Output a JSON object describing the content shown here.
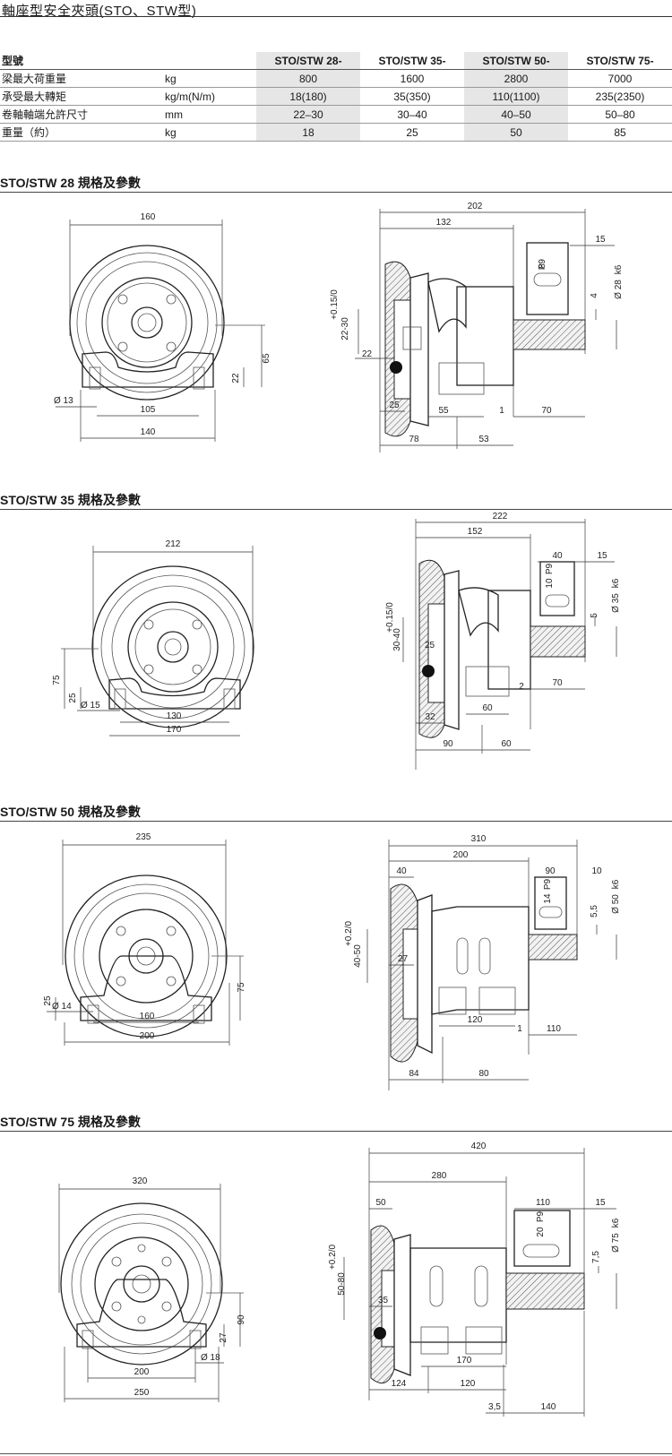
{
  "title": "軸座型安全夾頭(STO、STW型)",
  "spec_table": {
    "header": [
      "型號",
      "",
      "STO/STW 28-",
      "STO/STW 35-",
      "STO/STW 50-",
      "STO/STW 75-"
    ],
    "rows": [
      {
        "label": "梁最大荷重量",
        "unit": "kg",
        "values": [
          "800",
          "1600",
          "2800",
          "7000"
        ]
      },
      {
        "label": "承受最大轉矩",
        "unit": "kg/m(N/m)",
        "values": [
          "18(180)",
          "35(350)",
          "110(1100)",
          "235(2350)"
        ]
      },
      {
        "label": "卷軸軸端允許尺寸",
        "unit": "mm",
        "values": [
          "22–30",
          "30–40",
          "40–50",
          "50–80"
        ]
      },
      {
        "label": "重量（約）",
        "unit": "kg",
        "values": [
          "18",
          "25",
          "50",
          "85"
        ]
      }
    ]
  },
  "sections": [
    {
      "title": "STO/STW 28 規格及參數",
      "front": {
        "width": "160",
        "base": "140",
        "holes": "105",
        "hole_d": "Ø 13",
        "h1": "65",
        "h2": "22"
      },
      "side": {
        "total": "202",
        "body": "132",
        "s15": "15",
        "key": "8",
        "keyp": "P9",
        "d4": "4",
        "shaft": "Ø 28",
        "shaftk": "k6",
        "bore": "22-30",
        "tol": "+0.15/0",
        "b22": "22",
        "b25": "25",
        "b55": "55",
        "b1": "1",
        "b70": "70",
        "b78": "78",
        "b53": "53"
      }
    },
    {
      "title": "STO/STW 35 規格及參數",
      "front": {
        "width": "212",
        "base": "170",
        "holes": "130",
        "hole_d": "Ø 15",
        "h1": "75",
        "h2": "25"
      },
      "side": {
        "total": "222",
        "body": "152",
        "s40": "40",
        "s15": "15",
        "key": "10",
        "keyp": "P9",
        "d5": "5",
        "shaft": "Ø 35",
        "shaftk": "k6",
        "bore": "30-40",
        "tol": "+0.15/0",
        "b25": "25",
        "b32": "32",
        "b60": "60",
        "b2": "2",
        "b70": "70",
        "b90": "90",
        "b60b": "60"
      }
    },
    {
      "title": "STO/STW 50 規格及參數",
      "front": {
        "width": "235",
        "base": "200",
        "holes": "160",
        "hole_d": "Ø 14",
        "h1": "75",
        "h2": "25"
      },
      "side": {
        "total": "310",
        "body": "200",
        "s40": "40",
        "s90": "90",
        "s10": "10",
        "key": "14",
        "keyp": "P9",
        "d5": "5,5",
        "shaft": "Ø 50",
        "shaftk": "k6",
        "bore": "40-50",
        "tol": "+0.2/0",
        "b27": "27",
        "b120": "120",
        "b1": "1",
        "b110": "110",
        "b84": "84",
        "b80": "80"
      }
    },
    {
      "title": "STO/STW 75 規格及參數",
      "front": {
        "width": "320",
        "base": "250",
        "holes": "200",
        "hole_d": "Ø 18",
        "h1": "90",
        "h2": "27"
      },
      "side": {
        "total": "420",
        "body": "280",
        "s50": "50",
        "s110": "110",
        "s15": "15",
        "key": "20",
        "keyp": "P9",
        "d5": "7,5",
        "shaft": "Ø 75",
        "shaftk": "k6",
        "bore": "50-80",
        "tol": "+0.2/0",
        "b35": "35",
        "b170": "170",
        "b124": "124",
        "b120": "120",
        "b35s": "3,5",
        "b140": "140"
      }
    }
  ]
}
